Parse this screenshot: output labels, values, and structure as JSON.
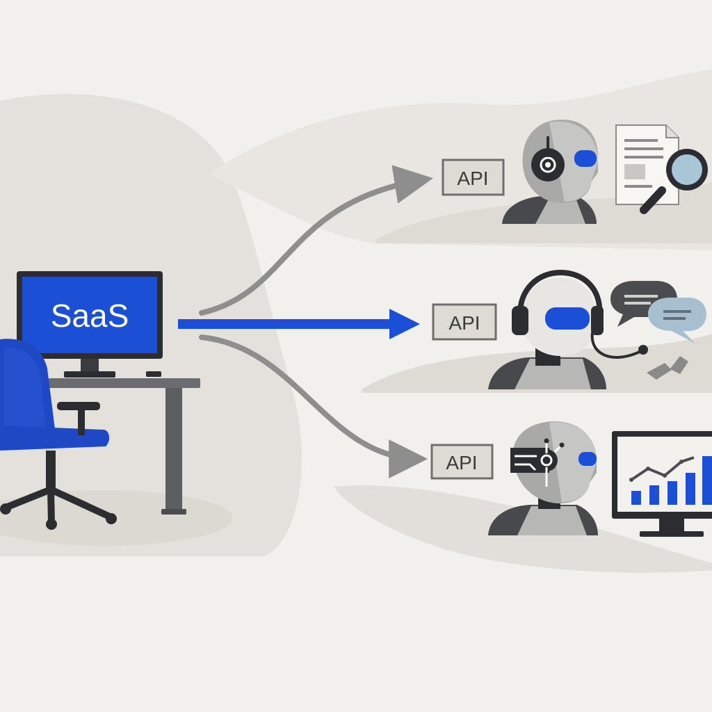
{
  "saas_label": "SaaS",
  "api_labels": [
    "API",
    "API",
    "API"
  ],
  "colors": {
    "background": "#f2f0ec",
    "brand_blue": "#1a4fd6",
    "arrow_gray": "#8e8e8e",
    "dark": "#2b2d31",
    "robot_gray": "#b7b7b5"
  },
  "icons": [
    "computer-monitor-icon",
    "office-chair-icon",
    "desk-icon",
    "robot-agent-icon",
    "headset-icon",
    "document-icon",
    "magnifier-icon",
    "chat-bubbles-icon",
    "bar-chart-monitor-icon"
  ]
}
